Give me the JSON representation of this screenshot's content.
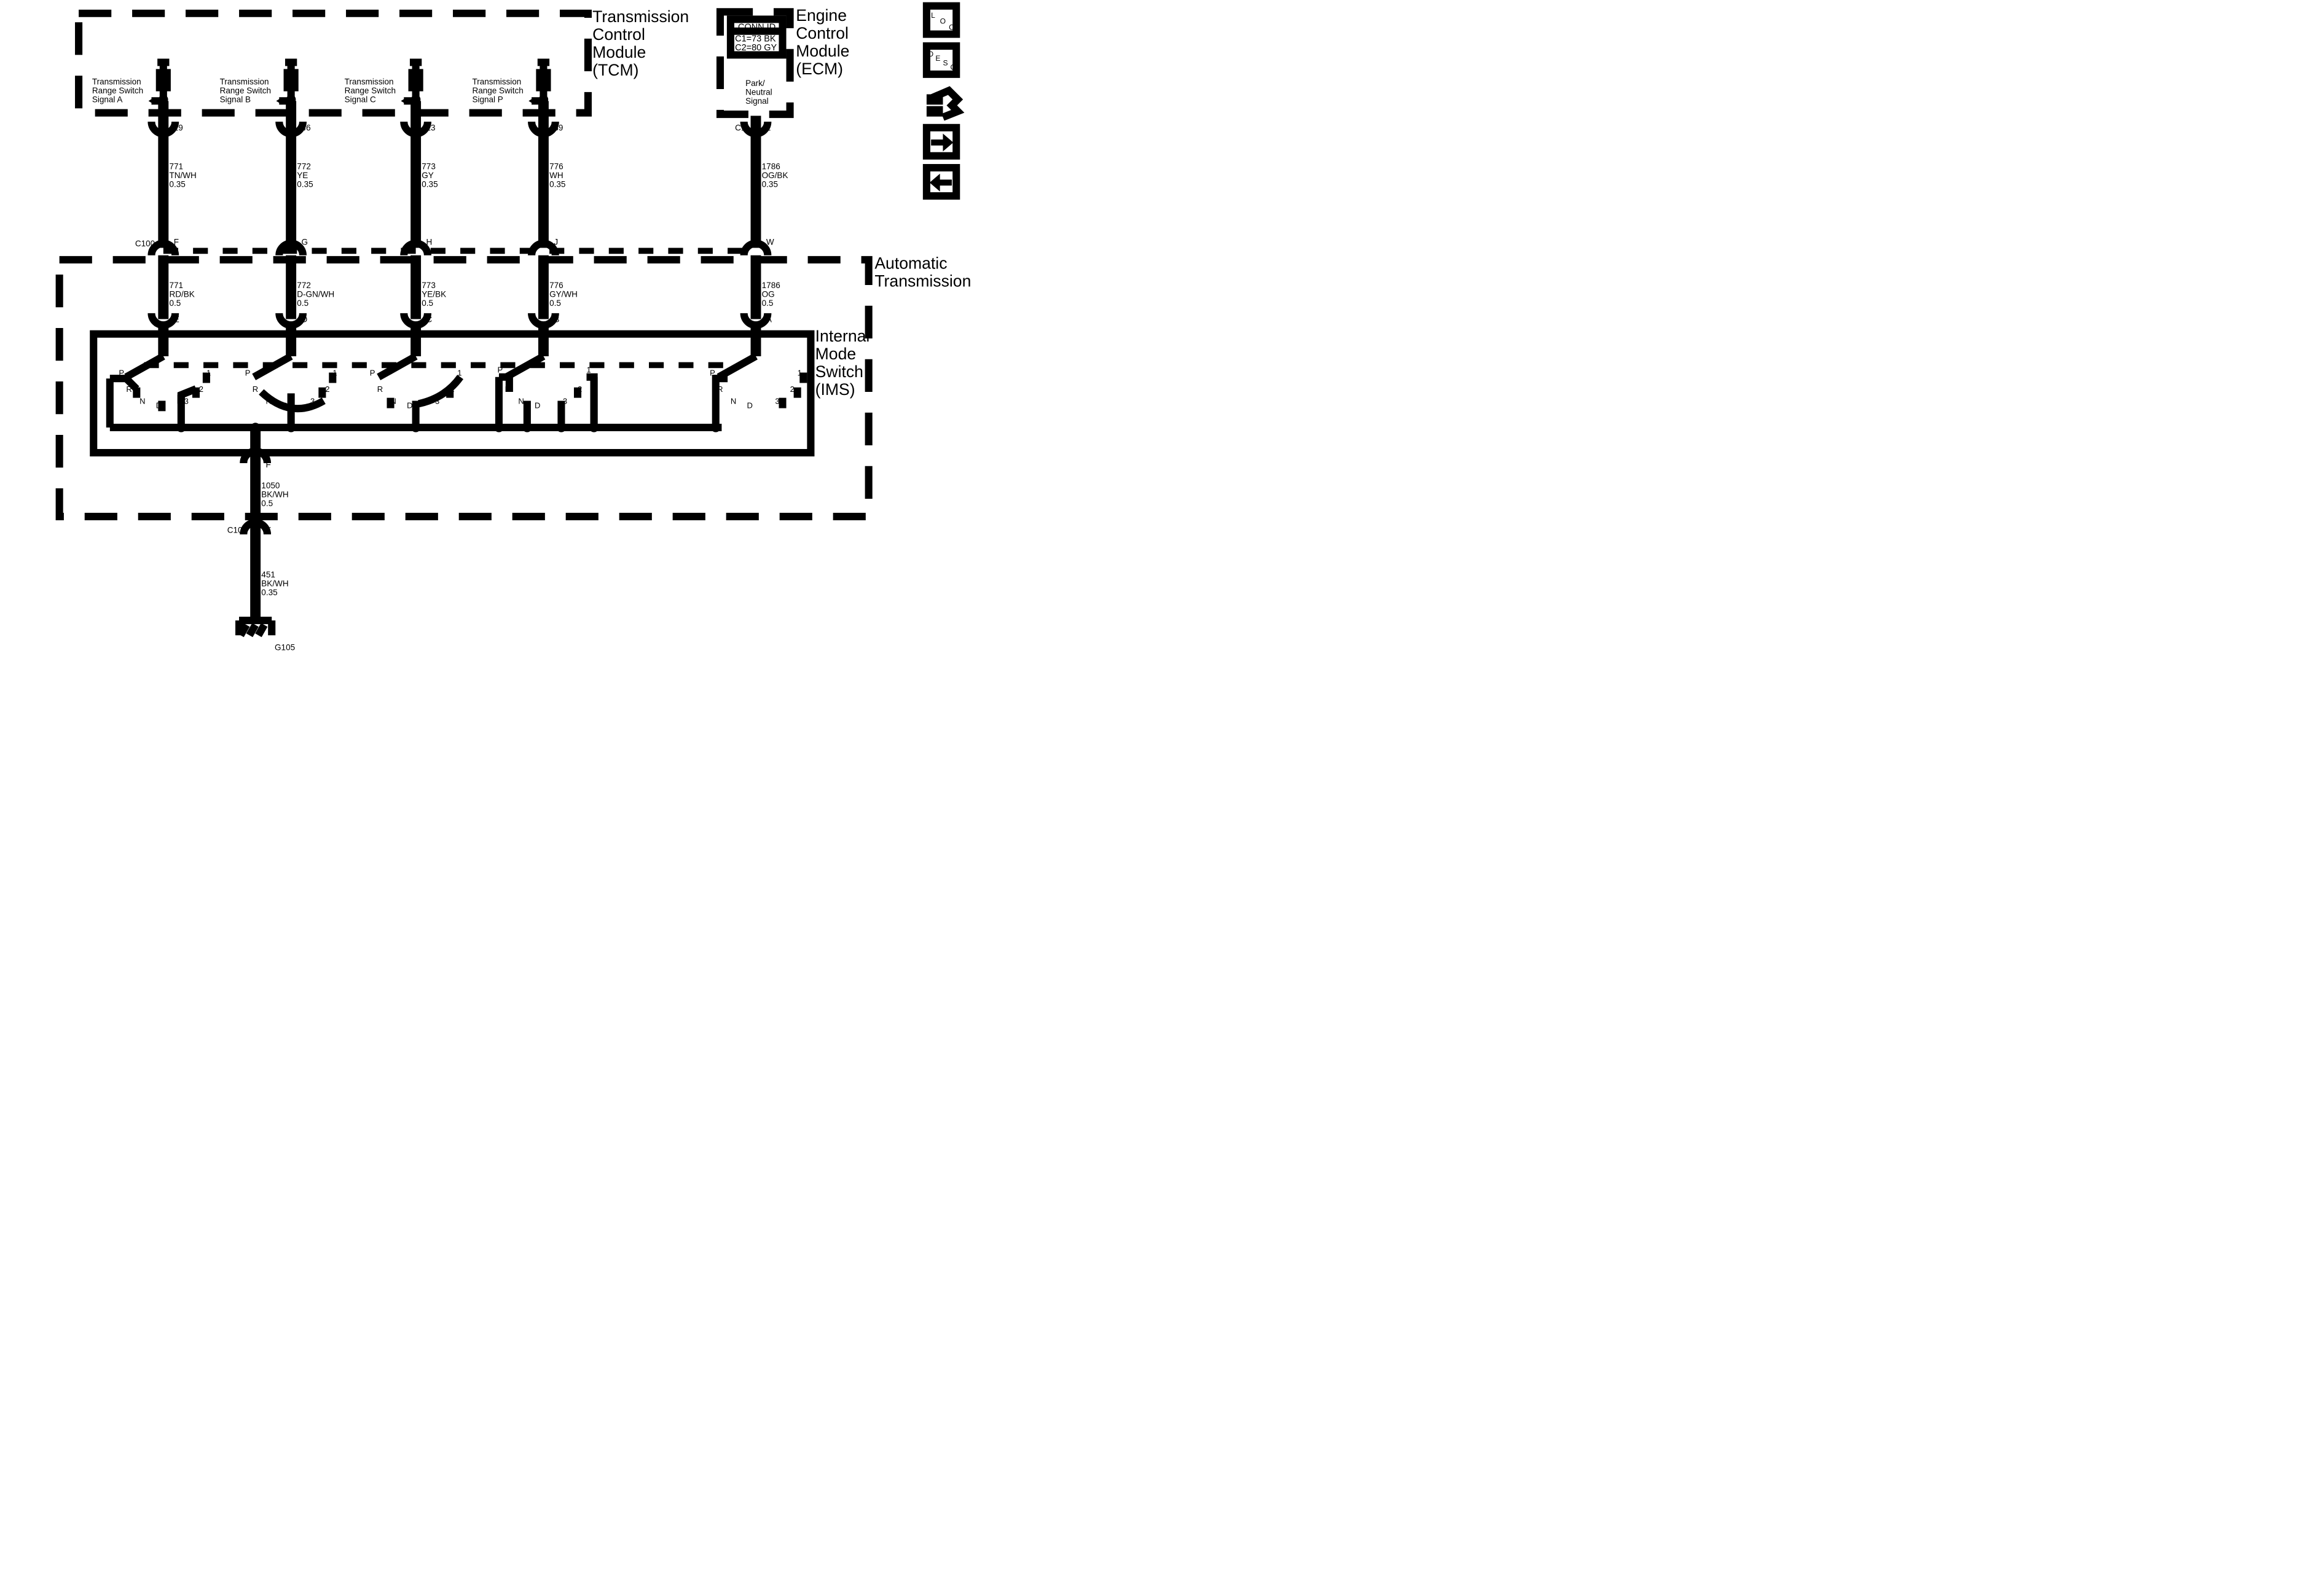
{
  "modules": {
    "tcm": [
      "Transmission",
      "Control",
      "Module",
      "(TCM)"
    ],
    "ecm": [
      "Engine",
      "Control",
      "Module",
      "(ECM)"
    ],
    "trans": [
      "Automatic",
      "Transmission"
    ],
    "ims": [
      "Internal",
      "Mode",
      "Switch",
      "(IMS)"
    ]
  },
  "conn_id": {
    "title": "CONN ID",
    "lines": [
      "C1=73 BK",
      "C2=80 GY"
    ]
  },
  "signals": [
    {
      "lines": [
        "Transmission",
        "Range Switch",
        "Signal A"
      ],
      "pin": "29",
      "upper_wire": [
        "771",
        "TN/WH",
        "0.35"
      ],
      "c100_pin": "F",
      "lower_wire": [
        "771",
        "RD/BK",
        "0.5"
      ],
      "ims_pin": "E"
    },
    {
      "lines": [
        "Transmission",
        "Range Switch",
        "Signal B"
      ],
      "pin": "46",
      "upper_wire": [
        "772",
        "YE",
        "0.35"
      ],
      "c100_pin": "G",
      "lower_wire": [
        "772",
        "D-GN/WH",
        "0.5"
      ],
      "ims_pin": "D"
    },
    {
      "lines": [
        "Transmission",
        "Range Switch",
        "Signal C"
      ],
      "pin": "23",
      "upper_wire": [
        "773",
        "GY",
        "0.35"
      ],
      "c100_pin": "H",
      "lower_wire": [
        "773",
        "YE/BK",
        "0.5"
      ],
      "ims_pin": "C"
    },
    {
      "lines": [
        "Transmission",
        "Range Switch",
        "Signal P"
      ],
      "pin": "39",
      "upper_wire": [
        "776",
        "WH",
        "0.35"
      ],
      "c100_pin": "J",
      "lower_wire": [
        "776",
        "GY/WH",
        "0.5"
      ],
      "ims_pin": "B"
    }
  ],
  "ecm_signal": {
    "lines": [
      "Park/",
      "Neutral",
      "Signal"
    ],
    "connector": "C1",
    "pin": "1",
    "upper_wire": [
      "1786",
      "OG/BK",
      "0.35"
    ],
    "c100_pin": "W",
    "lower_wire": [
      "1786",
      "OG",
      "0.5"
    ],
    "ims_pin": "A"
  },
  "c100_label": "C100",
  "ground_path": {
    "ims_pin": "F",
    "wire_1": [
      "1050",
      "BK/WH",
      "0.5"
    ],
    "c100_pin": "K",
    "wire_2": [
      "451",
      "BK/WH",
      "0.35"
    ],
    "ground": "G105"
  },
  "switch_labels": {
    "P": "P",
    "R": "R",
    "N": "N",
    "D": "D",
    "3": "3",
    "2": "2",
    "1": "1"
  },
  "side_icons": [
    {
      "name": "loc-icon",
      "letters": [
        "L",
        "O",
        "C"
      ]
    },
    {
      "name": "desc-icon",
      "letters": [
        "D",
        "E",
        "S",
        "C"
      ]
    },
    {
      "name": "wrench-arrows-icon"
    },
    {
      "name": "arrow-right-icon"
    },
    {
      "name": "arrow-left-icon"
    }
  ]
}
